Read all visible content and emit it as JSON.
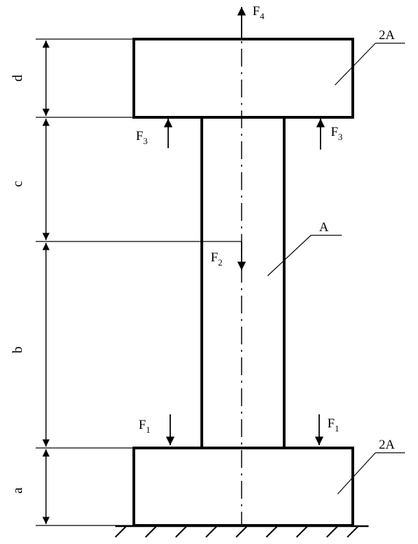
{
  "dimensions": {
    "a": "a",
    "b": "b",
    "c": "c",
    "d": "d"
  },
  "forces": {
    "F1": {
      "main": "F",
      "sub": "1"
    },
    "F2": {
      "main": "F",
      "sub": "2"
    },
    "F3": {
      "main": "F",
      "sub": "3"
    },
    "F4": {
      "main": "F",
      "sub": "4"
    }
  },
  "areas": {
    "top": "2A",
    "middle": "A",
    "bottom": "2A"
  }
}
